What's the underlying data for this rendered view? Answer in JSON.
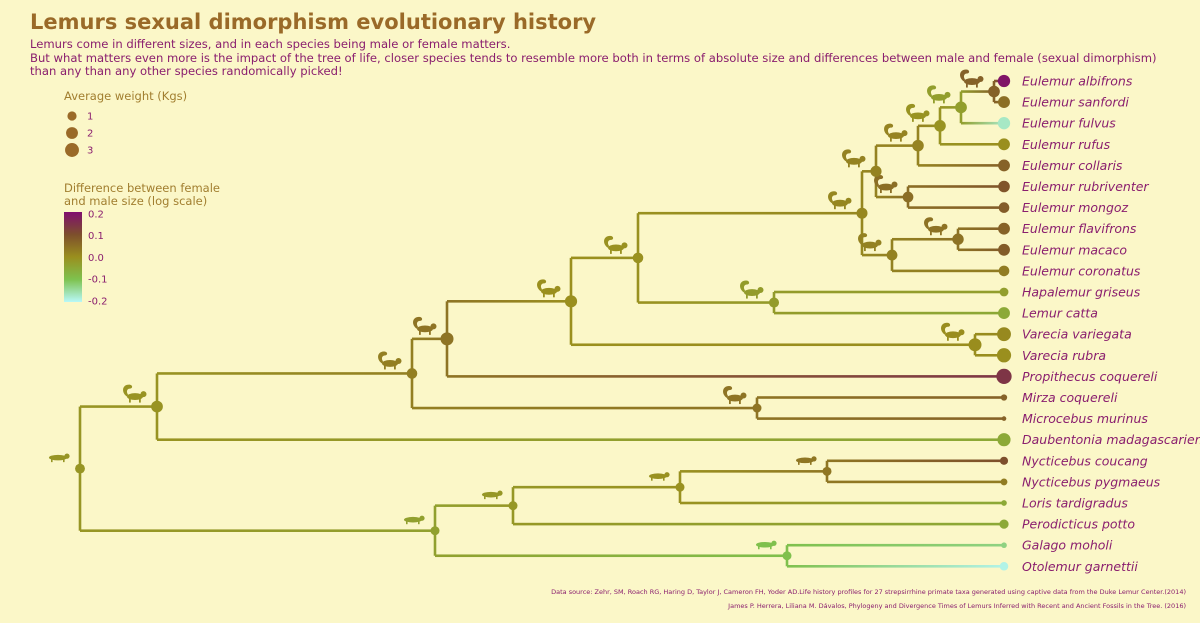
{
  "title": "Lemurs sexual dimorphism evolutionary history",
  "subtitle_lines": [
    "Lemurs come in different sizes, and in each species being male or female matters.",
    "But what matters even more is the impact of the tree of life, closer species tends to resemble more both in terms of absolute size and differences between male and female (sexual dimorphism)",
    "than any than any other species randomically picked!"
  ],
  "legend_weight": {
    "title": "Average weight (Kgs)",
    "entries": [
      {
        "label": "1",
        "kg": 1
      },
      {
        "label": "2",
        "kg": 2
      },
      {
        "label": "3",
        "kg": 3
      }
    ]
  },
  "legend_dimorphism": {
    "title": "Difference between female and male size (log scale)",
    "ticks": [
      "0.2",
      "0.1",
      "0.0",
      "-0.1",
      "-0.2"
    ],
    "range": [
      -0.2,
      0.2
    ]
  },
  "colors": {
    "background": "#fbf7c8",
    "title": "#9a6a28",
    "text": "#8a1e6e",
    "scale_high": "#800f6e",
    "scale_mid_high": "#7d4f2c",
    "scale_zero": "#9a8f1e",
    "scale_mid_low": "#7ec24f",
    "scale_low": "#b8f8f8"
  },
  "species": [
    {
      "name": "Eulemur albifrons",
      "weight": 2.2,
      "dimorphism": 0.19
    },
    {
      "name": "Eulemur sanfordi",
      "weight": 2.0,
      "dimorphism": 0.05
    },
    {
      "name": "Eulemur fulvus",
      "weight": 2.2,
      "dimorphism": -0.17
    },
    {
      "name": "Eulemur rufus",
      "weight": 2.0,
      "dimorphism": 0.0
    },
    {
      "name": "Eulemur collaris",
      "weight": 2.0,
      "dimorphism": 0.07
    },
    {
      "name": "Eulemur rubriventer",
      "weight": 1.9,
      "dimorphism": 0.09
    },
    {
      "name": "Eulemur mongoz",
      "weight": 1.5,
      "dimorphism": 0.08
    },
    {
      "name": "Eulemur flavifrons",
      "weight": 2.0,
      "dimorphism": 0.07
    },
    {
      "name": "Eulemur macaco",
      "weight": 2.0,
      "dimorphism": 0.08
    },
    {
      "name": "Eulemur coronatus",
      "weight": 1.5,
      "dimorphism": 0.03
    },
    {
      "name": "Hapalemur griseus",
      "weight": 0.9,
      "dimorphism": -0.03
    },
    {
      "name": "Lemur catta",
      "weight": 2.0,
      "dimorphism": -0.05
    },
    {
      "name": "Varecia variegata",
      "weight": 3.0,
      "dimorphism": 0.01
    },
    {
      "name": "Varecia rubra",
      "weight": 3.2,
      "dimorphism": 0.0
    },
    {
      "name": "Propithecus coquereli",
      "weight": 3.8,
      "dimorphism": 0.14
    },
    {
      "name": "Mirza coquereli",
      "weight": 0.3,
      "dimorphism": 0.07
    },
    {
      "name": "Microcebus murinus",
      "weight": 0.07,
      "dimorphism": 0.07
    },
    {
      "name": "Daubentonia madagascariensis",
      "weight": 2.6,
      "dimorphism": -0.05
    },
    {
      "name": "Nycticebus coucang",
      "weight": 0.7,
      "dimorphism": 0.1
    },
    {
      "name": "Nycticebus pygmaeus",
      "weight": 0.4,
      "dimorphism": 0.03
    },
    {
      "name": "Loris tardigradus",
      "weight": 0.2,
      "dimorphism": -0.05
    },
    {
      "name": "Perodicticus potto",
      "weight": 1.0,
      "dimorphism": -0.05
    },
    {
      "name": "Galago moholi",
      "weight": 0.2,
      "dimorphism": -0.13
    },
    {
      "name": "Otolemur garnettii",
      "weight": 0.8,
      "dimorphism": -0.19
    }
  ],
  "source_lines": [
    "Data source: Zehr, SM, Roach RG, Haring D, Taylor J, Cameron FH, Yoder AD.Life history profiles for 27 strepsirrhine primate taxa generated using captive data from the Duke Lemur Center.(2014)",
    "James P. Herrera, Liliana M. Dávalos, Phylogeny and Divergence Times of Lemurs Inferred with Recent and Ancient Fossils in the Tree. (2016)"
  ]
}
